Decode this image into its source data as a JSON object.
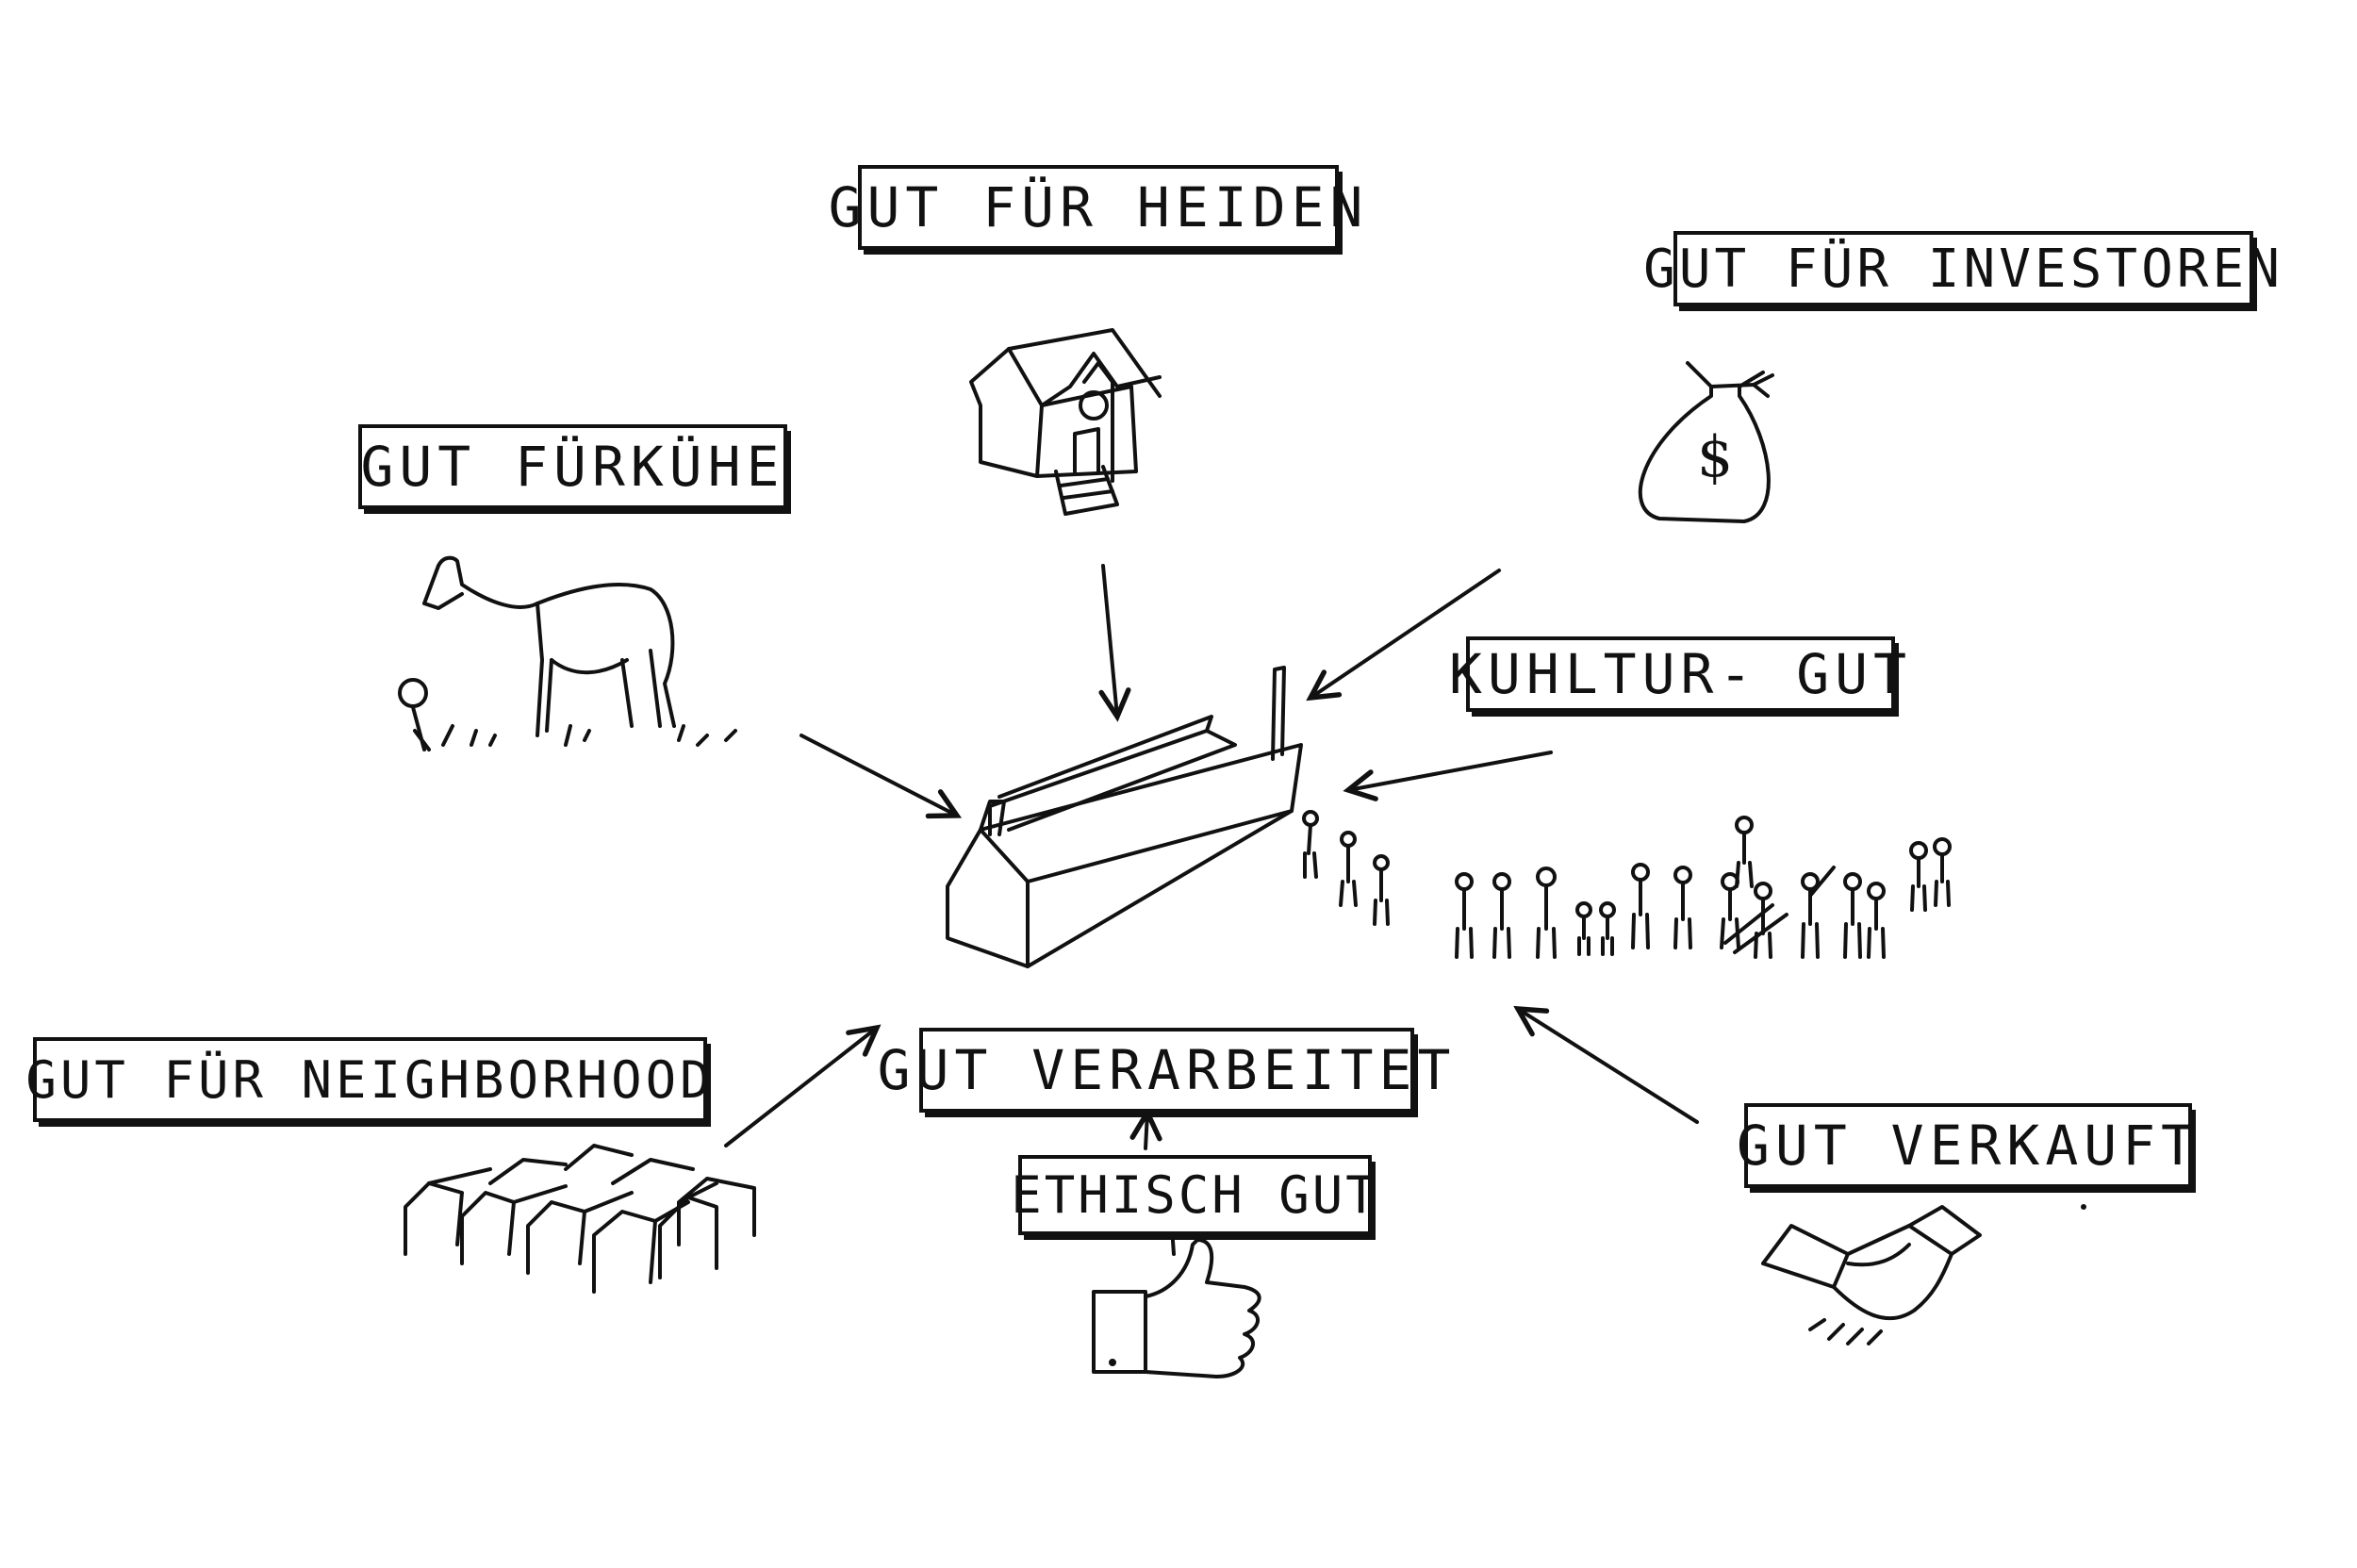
{
  "labels": {
    "heiden": "GUT FÜR HEIDEN",
    "investoren": "GUT FÜR INVESTOREN",
    "kuehe": "GUT FÜRKÜHE",
    "kultur": "KUHLTUR- GUT",
    "neighborhood": "GUT FÜR NEIGHBORHOOD",
    "verarbeitet": "GUT VERARBEITET",
    "ethisch": "ETHISCH GUT",
    "verkauft": "GUT VERKAUFT"
  },
  "icons": {
    "money_bag_symbol": "$"
  }
}
